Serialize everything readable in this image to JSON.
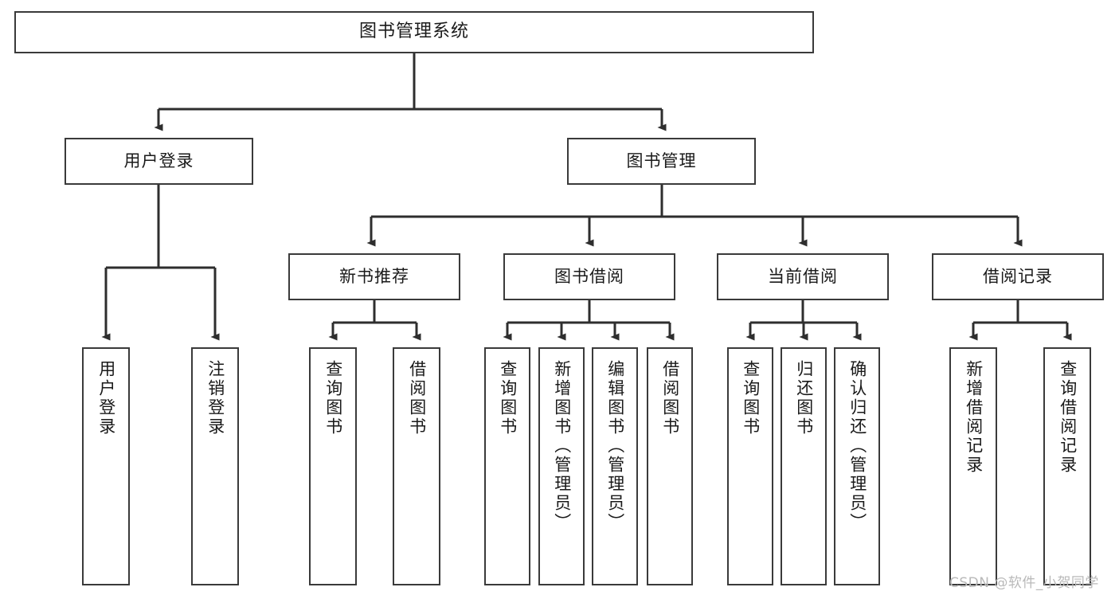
{
  "diagram": {
    "title": "图书管理系统",
    "type": "tree-hierarchy-diagram",
    "watermark": "CSDN @软件_小贺同学",
    "colors": {
      "box_border": "#3a3a3a",
      "box_fill": "#ffffff",
      "line": "#2e2e2e",
      "text": "#1a1a1a",
      "watermark": "#b9b9b9",
      "background": "#ffffff"
    }
  },
  "nodes": {
    "root": {
      "label": "图书管理系统"
    },
    "level2": [
      {
        "label": "用户登录"
      },
      {
        "label": "图书管理"
      }
    ],
    "level3": [
      {
        "label": "新书推荐"
      },
      {
        "label": "图书借阅"
      },
      {
        "label": "当前借阅"
      },
      {
        "label": "借阅记录"
      }
    ],
    "leaves": {
      "user_login": [
        {
          "label": "用户登录"
        },
        {
          "label": "注销登录"
        }
      ],
      "new_book_recommend": [
        {
          "label": "查询图书"
        },
        {
          "label": "借阅图书"
        }
      ],
      "book_borrow": [
        {
          "label": "查询图书"
        },
        {
          "label": "新增图书（管理员）"
        },
        {
          "label": "编辑图书（管理员）"
        },
        {
          "label": "借阅图书"
        }
      ],
      "current_borrow": [
        {
          "label": "查询图书"
        },
        {
          "label": "归还图书"
        },
        {
          "label": "确认归还（管理员）"
        }
      ],
      "borrow_record": [
        {
          "label": "新增借阅记录"
        },
        {
          "label": "查询借阅记录"
        }
      ]
    }
  }
}
